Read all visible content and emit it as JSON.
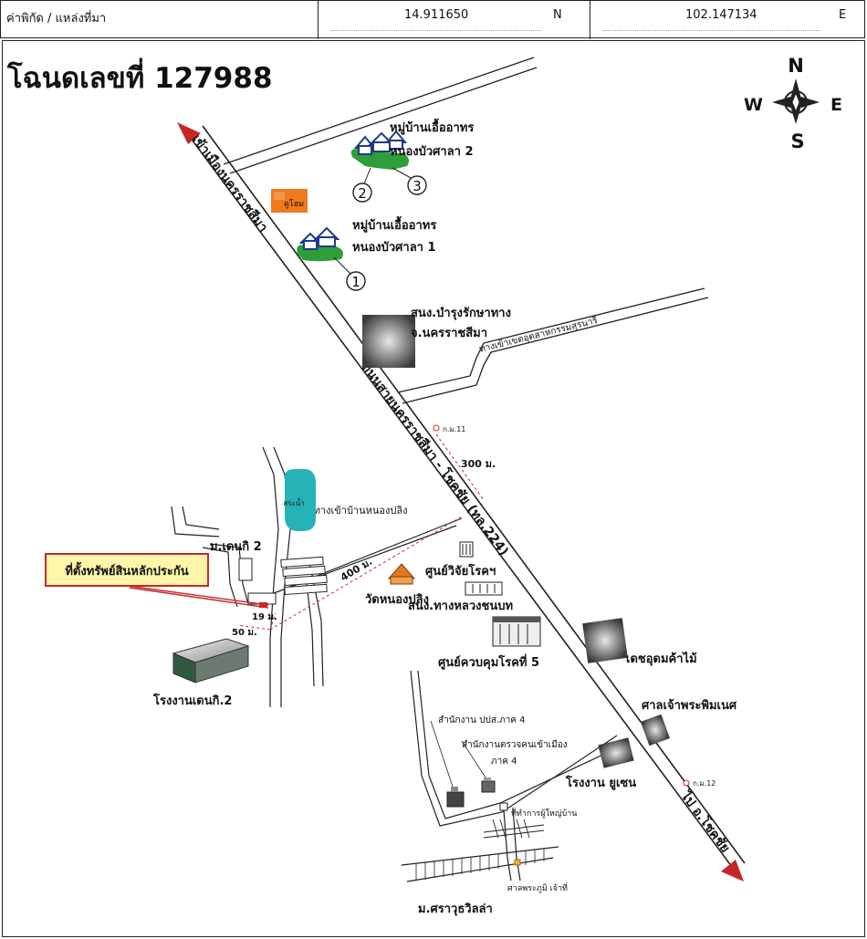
{
  "header": {
    "label": "ค่าพิกัด / แหล่งที่มา",
    "latitude": "14.911650",
    "lat_dir": "N",
    "longitude": "102.147134",
    "lon_dir": "E"
  },
  "title": "โฉนดเลขที่ 127988",
  "compass": {
    "north": "N",
    "south": "S",
    "east": "E",
    "west": "W"
  },
  "roads": {
    "main_road": "ถนนสายนครราชสีมา - โชคชัย (ทล.224)",
    "to_nakhon": "เข้าเมืองนครราชสีมา",
    "to_chokchai": "ไป อ.โชคชัย",
    "industrial_road": "ทางเข้าเขตอุตสาหกรรมสุรนารี",
    "nong_pling_road": "ถนนทางเข้าบ้านหนองปลิง"
  },
  "places": {
    "village2_line1": "หมู่บ้านเอื้ออาทร",
    "village2_line2": "หนองบัวศาลา 2",
    "village1_line1": "หมู่บ้านเอื้ออาทร",
    "village1_line2": "หนองบัวศาลา 1",
    "dohome": "ดูโฮม",
    "highway_office_line1": "สนง.บำรุงรักษาทาง",
    "highway_office_line2": "จ.นครราชสีมา",
    "pond": "สระน้ำ",
    "denki_village": "ม.เดนกิ 2",
    "property_label": "ที่ตั้งทรัพย์สินหลักประกัน",
    "disease_research": "ศูนย์วิจัยโรคฯ",
    "wat": "วัดหนองปลิง",
    "rural_roads_office": "สนง.ทางหลวงชนบท",
    "disease_control": "ศูนย์ควบคุมโรคที่ 5",
    "denki_factory": "โรงงานเดนกิ.2",
    "timber_depot": "เดชอุดมค้าไม้",
    "shrine": "ศาลเจ้าพระพิมเนศ",
    "audit_office": "สำนักงาน ปปส.ภาค 4",
    "immigration_line1": "สำนักงานตรวจคนเข้าเมือง",
    "immigration_line2": "ภาค 4",
    "yusen_factory": "โรงงาน ยูเซน",
    "headman_office": "ที่ทำการผู้ใหญ่บ้าน",
    "spirit_house": "ศาลพระภูมิ เจ้าที่",
    "villa": "ม.ศราวุธวิลล่า"
  },
  "markers": {
    "m1": "1",
    "m2": "2",
    "m3": "3",
    "km11": "ก.ม.11",
    "km12": "ก.ม.12"
  },
  "distances": {
    "d300": "300 ม.",
    "d400": "400 ม.",
    "d19": "19 ม.",
    "d50": "50 ม."
  },
  "colors": {
    "accent_red": "#c62828",
    "village_green": "#2e9e3a",
    "house_blue": "#1e3a8a",
    "pond": "#26b3b8",
    "callout_fill": "#fff5a8",
    "dohome_orange": "#f07a1e"
  }
}
